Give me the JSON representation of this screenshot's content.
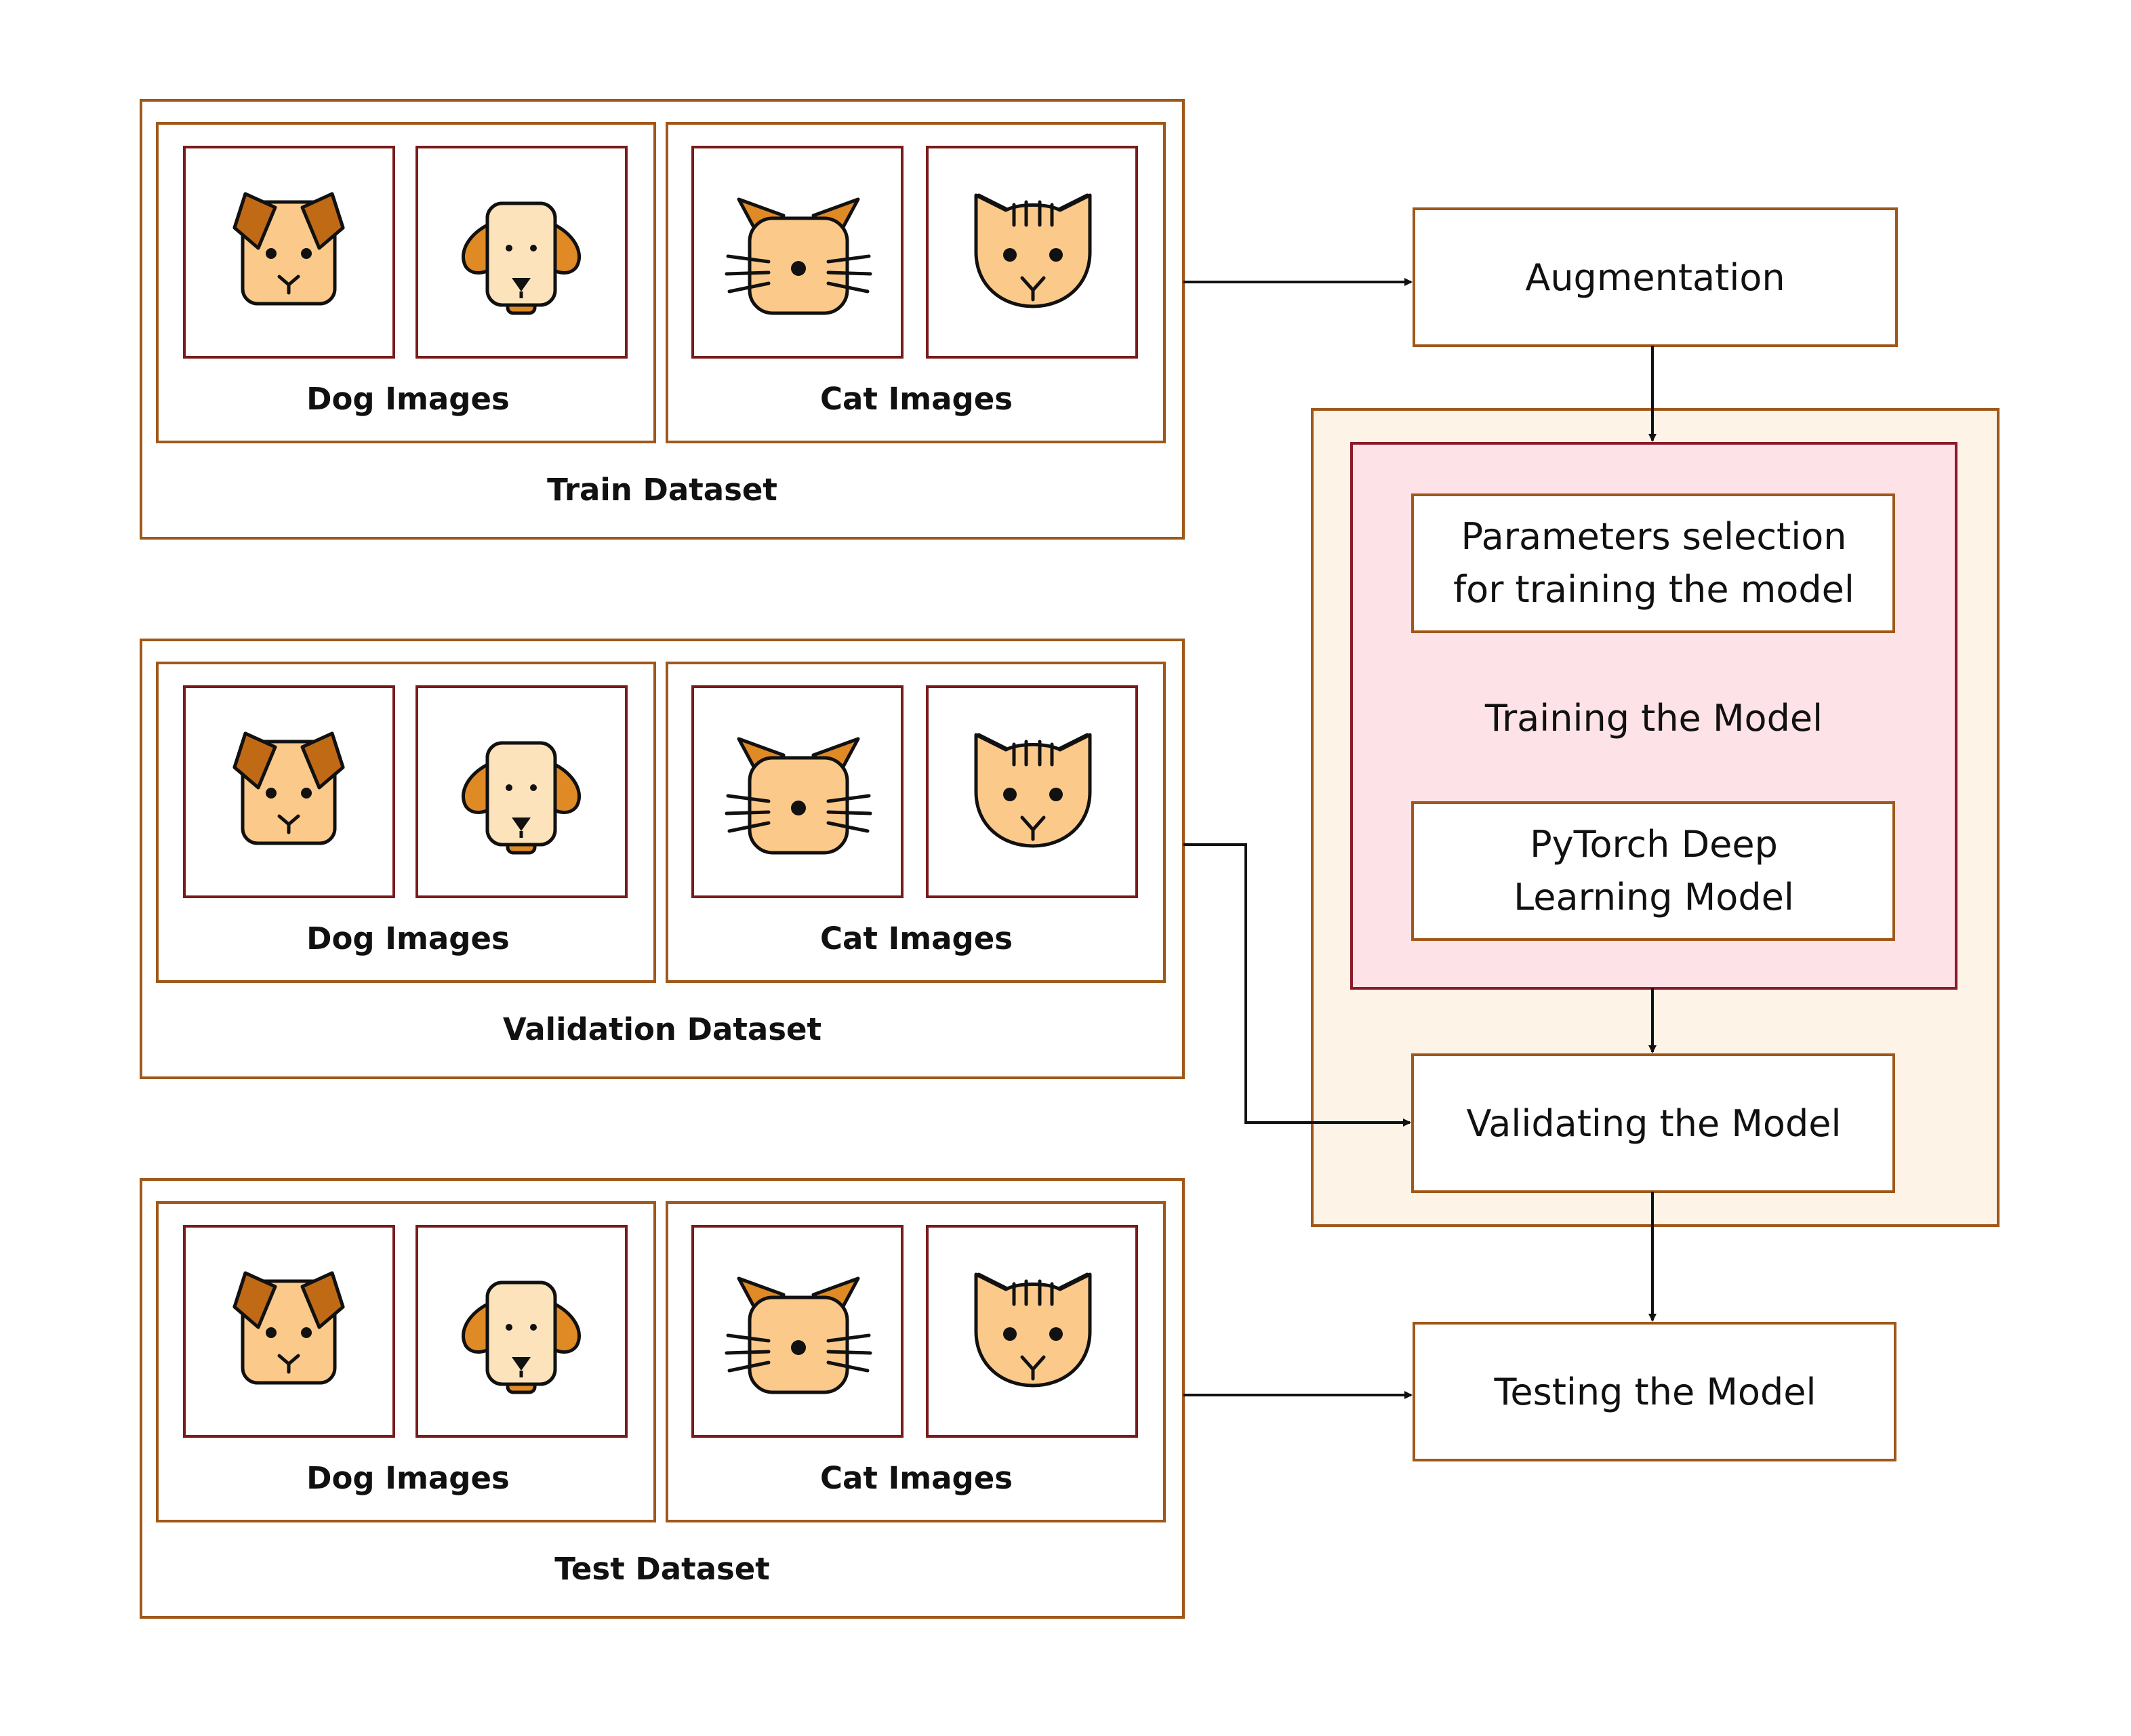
{
  "datasets": [
    {
      "title": "Train Dataset",
      "dog_label": "Dog Images",
      "cat_label": "Cat Images"
    },
    {
      "title": "Validation Dataset",
      "dog_label": "Dog Images",
      "cat_label": "Cat Images"
    },
    {
      "title": "Test Dataset",
      "dog_label": "Dog Images",
      "cat_label": "Cat Images"
    }
  ],
  "pipeline": {
    "augmentation": "Augmentation",
    "params_line1": "Parameters selection",
    "params_line2": "for training the model",
    "training": "Training the Model",
    "model_line1": "PyTorch Deep",
    "model_line2": "Learning Model",
    "validating": "Validating the Model",
    "testing": "Testing the Model"
  },
  "icons": {
    "dog_a": "dog-face-icon",
    "dog_b": "floppy-ear-dog-icon",
    "cat_a": "whisker-cat-icon",
    "cat_b": "tabby-cat-icon"
  },
  "colors": {
    "outer_border": "#a0581a",
    "image_border": "#7a1b1b",
    "training_outer_fill": "#fdf3e6",
    "training_inner_fill": "#fde3e8",
    "training_inner_border": "#8b1a2a",
    "face_fill": "#fbc98a",
    "ear_fill": "#c06a16"
  }
}
